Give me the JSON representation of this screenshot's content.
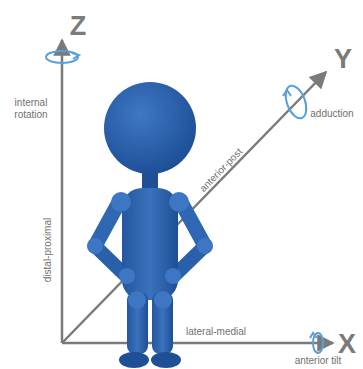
{
  "diagram": {
    "labels": [
      "Z",
      "internal rotation",
      "distal-proximal",
      "Y",
      "adduction",
      "anterior-post",
      "X",
      "lateral-medial",
      "anterior tilt"
    ]
  }
}
